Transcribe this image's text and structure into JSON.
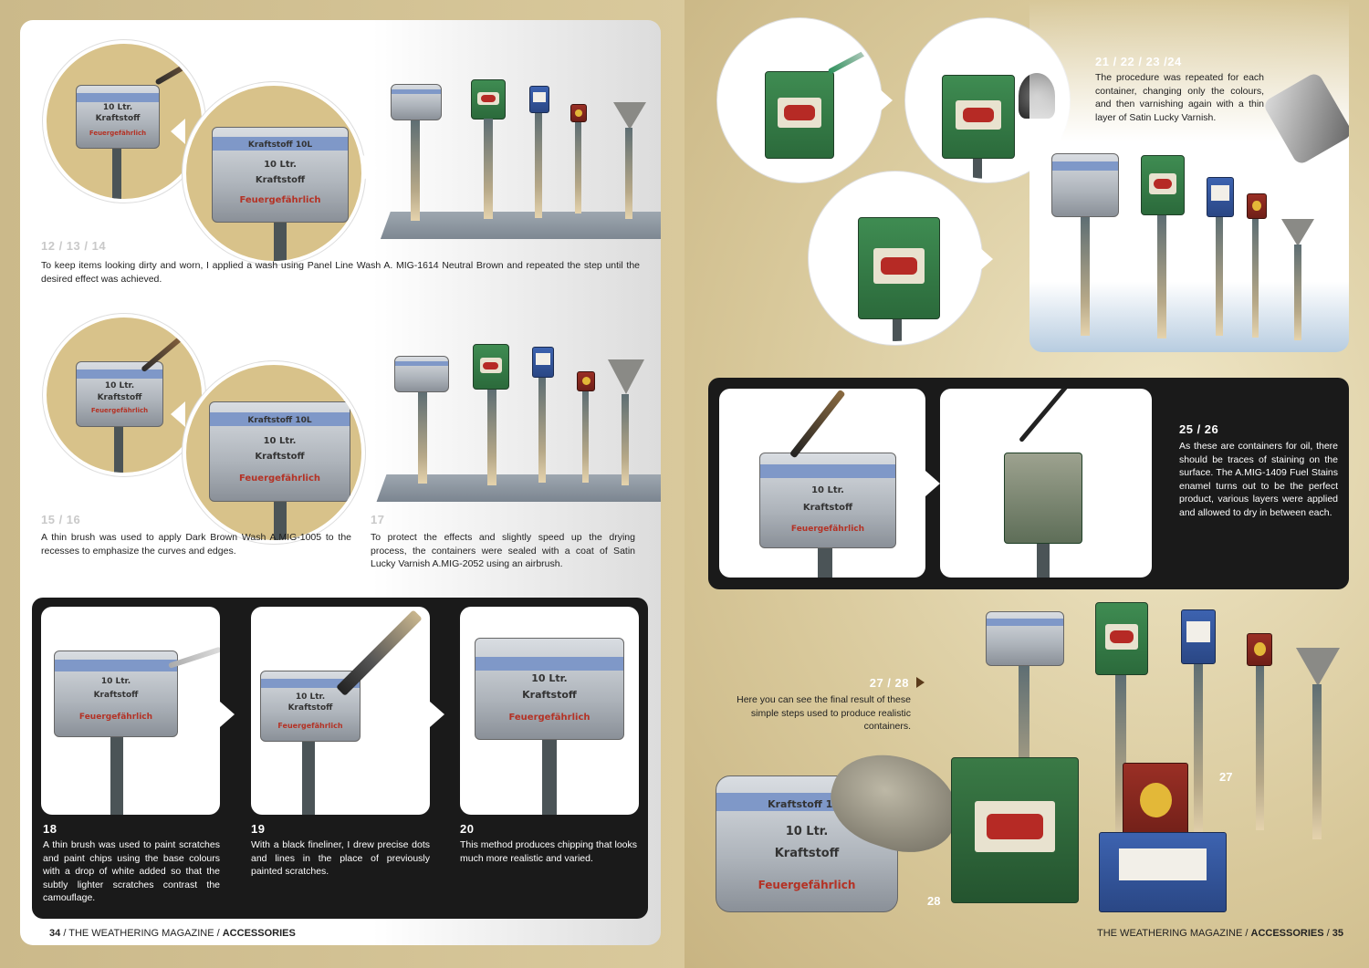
{
  "left": {
    "steps": {
      "s12": {
        "num": "12 / 13 / 14",
        "text": "To keep items looking dirty and worn, I applied a wash using Panel Line Wash A. MIG-1614 Neutral Brown and repeated the step until the desired effect was achieved."
      },
      "s15": {
        "num": "15 / 16",
        "text": "A thin brush was used to apply Dark Brown Wash A.MIG-1005 to the recesses to emphasize the curves and edges."
      },
      "s17": {
        "num": "17",
        "text": "To protect the effects and slightly speed up the drying process, the containers were sealed with a coat of Satin Lucky Varnish A.MIG-2052 using an airbrush."
      },
      "s18": {
        "num": "18",
        "text": "A thin brush was used to paint scratches and paint chips using the base colours with a drop of white added so that the subtly lighter scratches contrast the camouflage."
      },
      "s19": {
        "num": "19",
        "text": "With a black fineliner, I drew precise dots and lines in the place of previously painted scratches."
      },
      "s20": {
        "num": "20",
        "text": "This method produces chipping that looks much more realistic and varied."
      }
    },
    "can_labels": {
      "l1": "Kraftstoff 10L",
      "l2": "10 Ltr.",
      "l3": "Kraftstoff",
      "l4": "Feuergefährlich"
    },
    "footer": {
      "page": "34",
      "sep": "/",
      "magazine": "THE WEATHERING MAGAZINE",
      "sep2": "/",
      "section": "ACCESSORIES"
    }
  },
  "right": {
    "steps": {
      "s21": {
        "num": "21 / 22 / 23 /24",
        "text": "The procedure was repeated for each container, changing only the colours, and then varnishing again with a thin layer of Satin Lucky Varnish."
      },
      "s25": {
        "num": "25 / 26",
        "text": "As these are containers for oil, there should be traces of staining on the surface. The A.MIG-1409 Fuel Stains enamel turns out to be the perfect product, various layers were applied and allowed to dry in between each."
      },
      "s27": {
        "num": "27 / 28",
        "text": "Here you can see the final result of these simple steps used to produce realistic containers."
      }
    },
    "photo_labels": {
      "p27": "27",
      "p28": "28"
    },
    "footer": {
      "magazine": "THE WEATHERING MAGAZINE",
      "sep": "/",
      "section": "ACCESSORIES",
      "sep2": "/",
      "page": "35"
    }
  },
  "colors": {
    "accent_tan": "#d8c28a",
    "panel_dark": "#1a1a1a",
    "stripe_blue": "#7f98c8",
    "arrow_brown": "#5a3a1a"
  }
}
